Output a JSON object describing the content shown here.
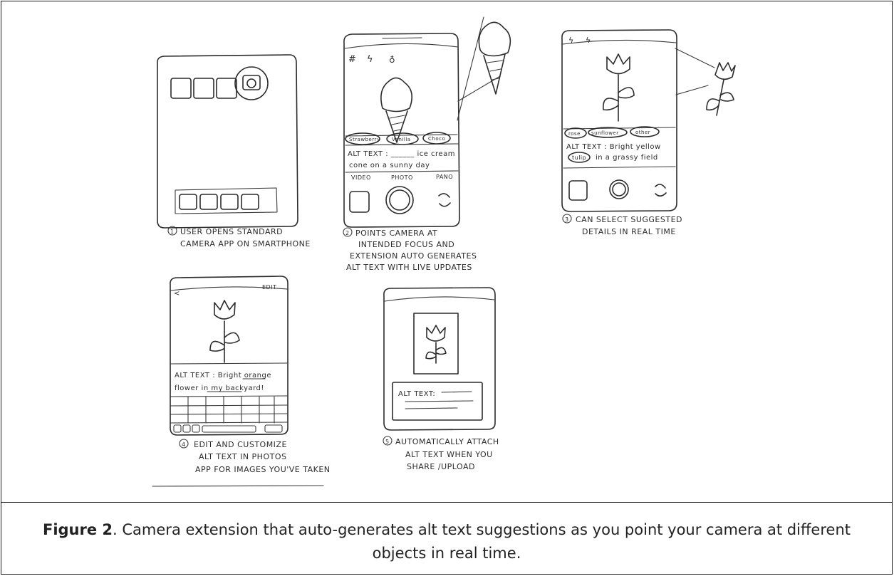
{
  "sketches": [
    {
      "step": "1",
      "caption_lines": [
        "USER OPENS STANDARD",
        "CAMERA APP ON SMARTPHONE"
      ]
    },
    {
      "step": "2",
      "chips": [
        "Strawberry",
        "Vanilla",
        "Choco"
      ],
      "alt_text_line1": "ALT TEXT : ______ ice cream",
      "alt_text_line2": "cone on a sunny day",
      "modes": [
        "VIDEO",
        "PHOTO",
        "PANO"
      ],
      "caption_lines": [
        "POINTS CAMERA AT",
        "INTENDED FOCUS AND",
        "EXTENSION AUTO GENERATES",
        "ALT TEXT WITH LIVE UPDATES"
      ]
    },
    {
      "step": "3",
      "chips": [
        "rose",
        "sunflower",
        "other"
      ],
      "alt_text_line1": "ALT TEXT : Bright yellow",
      "alt_text_chip": "tulip",
      "alt_text_line2": "in a grassy field",
      "caption_lines": [
        "CAN SELECT SUGGESTED",
        "DETAILS IN REAL TIME"
      ]
    },
    {
      "step": "4",
      "back": "<",
      "edit": "EDIT",
      "alt_text_line1": "ALT TEXT : Bright orange",
      "alt_text_line2": "flower in my backyard!",
      "caption_lines": [
        "EDIT AND CUSTOMIZE",
        "ALT TEXT IN PHOTOS",
        "APP FOR IMAGES YOU'VE TAKEN"
      ]
    },
    {
      "step": "5",
      "alt_text_label": "ALT TEXT:",
      "caption_lines": [
        "AUTOMATICALLY ATTACH",
        "ALT TEXT WHEN YOU",
        "SHARE /UPLOAD"
      ]
    }
  ],
  "caption": {
    "label": "Figure 2",
    "text": ". Camera extension that auto-generates alt text suggestions as you point your camera at different objects in real time."
  }
}
